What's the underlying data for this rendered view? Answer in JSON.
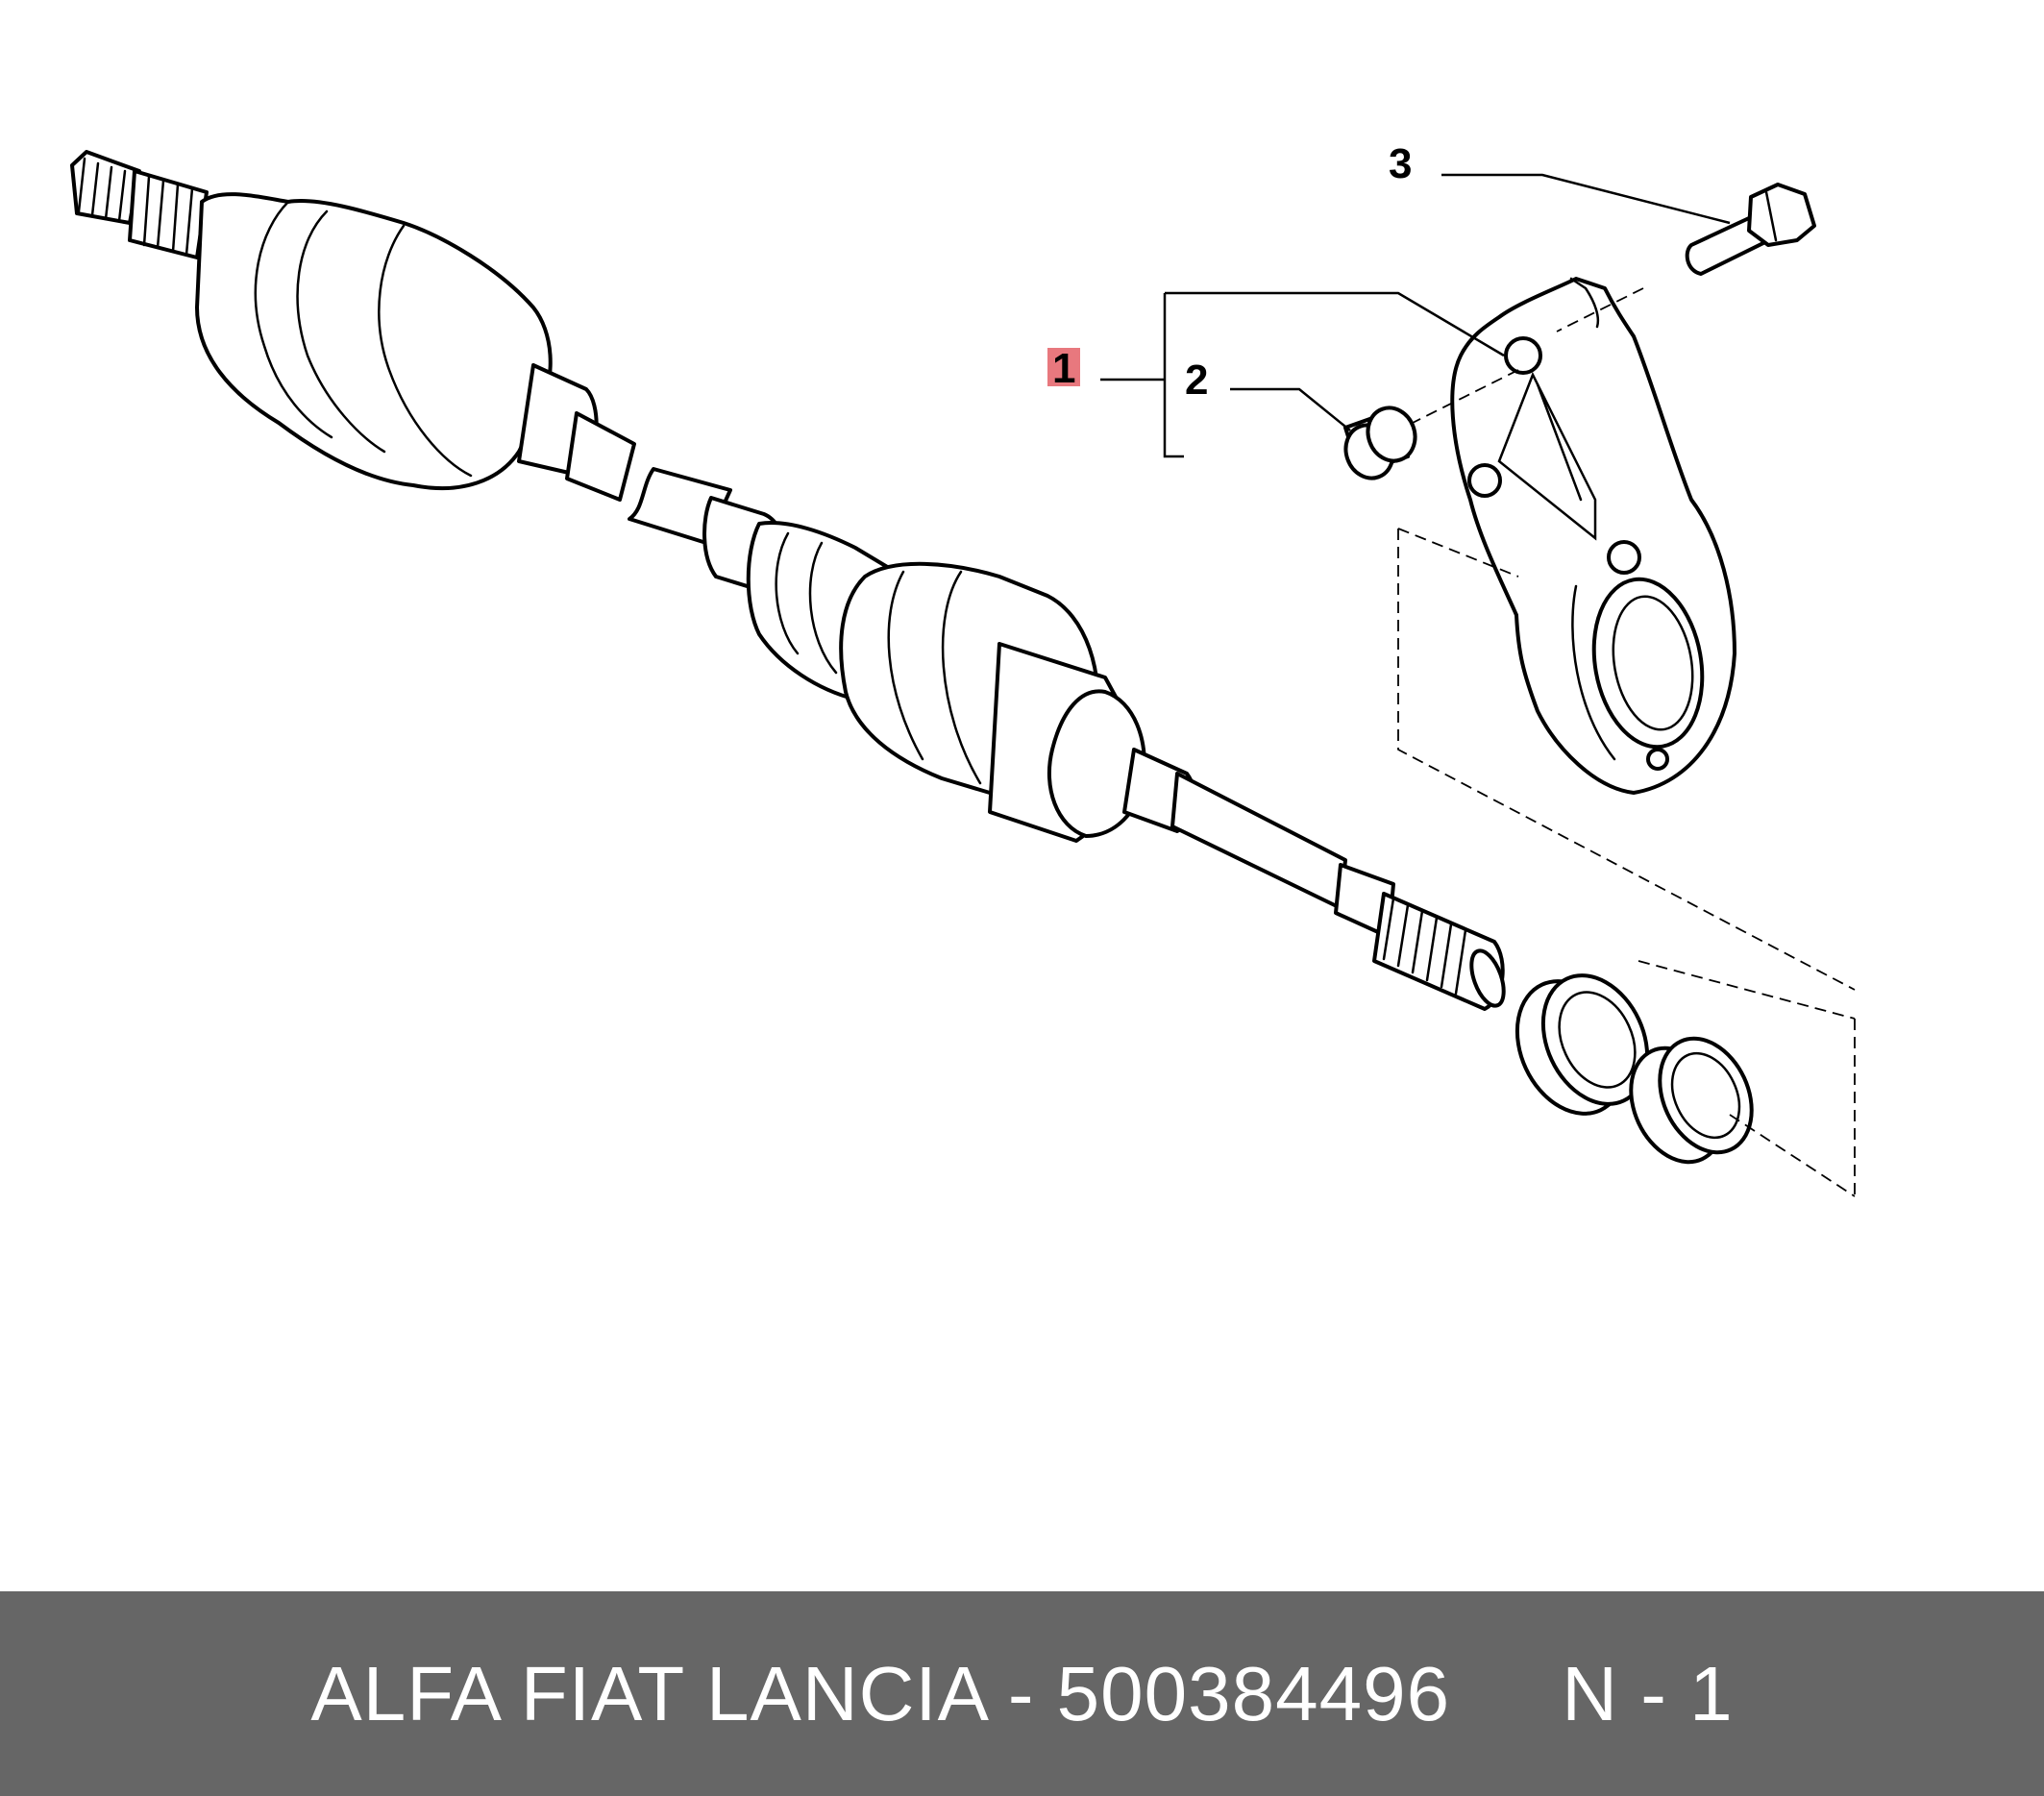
{
  "diagram": {
    "callouts": {
      "item_1": "1",
      "item_2": "2",
      "item_3": "3"
    },
    "highlight_color": "#e8787e",
    "line_color": "#000000"
  },
  "footer": {
    "brand_part": "ALFA FIAT LANCIA - 500384496",
    "page_ref": "N - 1",
    "background": "#666666",
    "text_color": "#ffffff"
  }
}
